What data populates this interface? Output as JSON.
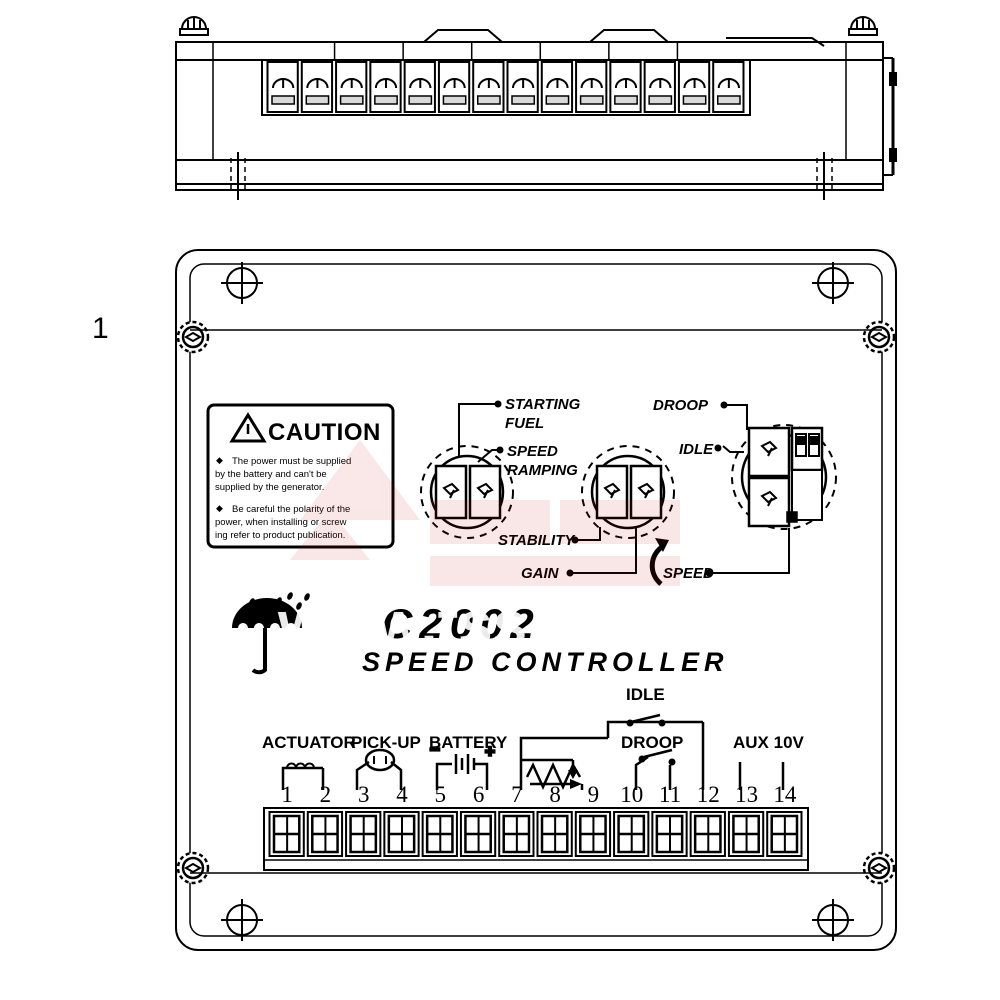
{
  "document": {
    "title": "C2002 Speed Controller",
    "callout_label": "1",
    "watermark": "www.tss.ru"
  },
  "product": {
    "model": "C2002",
    "subtitle": "SPEED CONTROLLER",
    "keep_dry_icon": "umbrella-icon"
  },
  "caution": {
    "heading": "CAUTION",
    "warning_icon": "warning-triangle-icon",
    "bullet_marker": "◆",
    "items": [
      "The power must be supplied by the battery and can't be supplied by the generator.",
      "Be careful the polarity of the power, when installing or screwing refer to product publication."
    ],
    "item1_lines": [
      "The power must be supplied",
      "by the battery and can't be",
      "supplied by the generator."
    ],
    "item2_lines": [
      "Be careful the polarity of the",
      "power, when installing or screw",
      "ing refer to product publication."
    ]
  },
  "adjustments": {
    "labels": [
      {
        "name": "STARTING FUEL",
        "line1": "STARTING",
        "line2": "FUEL"
      },
      {
        "name": "SPEED RAMPING",
        "line1": "SPEED",
        "line2": "RAMPING"
      },
      {
        "name": "STABILITY",
        "line1": "STABILITY",
        "line2": ""
      },
      {
        "name": "GAIN",
        "line1": "GAIN",
        "line2": ""
      },
      {
        "name": "DROOP",
        "line1": "DROOP",
        "line2": ""
      },
      {
        "name": "IDLE",
        "line1": "IDLE",
        "line2": ""
      },
      {
        "name": "SPEED",
        "line1": "SPEED",
        "line2": ""
      }
    ],
    "pot_groups": [
      {
        "id": "left-pot-group",
        "pots": 2,
        "labels": [
          "STARTING FUEL",
          "SPEED RAMPING"
        ]
      },
      {
        "id": "center-pot-group",
        "pots": 2,
        "labels": [
          "STABILITY",
          "GAIN"
        ]
      },
      {
        "id": "right-pot-group",
        "pots": 2,
        "dip_switches": 2,
        "labels": [
          "DROOP",
          "IDLE",
          "SPEED"
        ]
      }
    ]
  },
  "terminals": {
    "count": 14,
    "numbers": [
      "1",
      "2",
      "3",
      "4",
      "5",
      "6",
      "7",
      "8",
      "9",
      "10",
      "11",
      "12",
      "13",
      "14"
    ],
    "groups": [
      {
        "label": "ACTUATOR",
        "pins": [
          "1",
          "2"
        ],
        "symbol": "coil-icon"
      },
      {
        "label": "PICK-UP",
        "pins": [
          "3",
          "4"
        ],
        "symbol": "magnetic-pickup-icon"
      },
      {
        "label": "BATTERY",
        "pins": [
          "5",
          "6"
        ],
        "symbol": "battery-icon",
        "minus": "−",
        "plus": "+"
      },
      {
        "label": "",
        "pins": [
          "7",
          "8",
          "9"
        ],
        "symbol": "potentiometer-icon"
      },
      {
        "label": "DROOP",
        "pins": [
          "10",
          "11"
        ],
        "symbol": "switch-icon"
      },
      {
        "label": "IDLE",
        "pins": [
          "12"
        ],
        "symbol": "switch-icon"
      },
      {
        "label": "AUX 10V",
        "pins": [
          "13",
          "14"
        ],
        "symbol": "lead-icon"
      }
    ]
  },
  "views": {
    "top_view": {
      "name": "top-edge-view",
      "terminal_blocks": 14
    },
    "front_view": {
      "name": "front-panel-view",
      "mounting_holes": 4,
      "corner_screws": 4
    }
  }
}
